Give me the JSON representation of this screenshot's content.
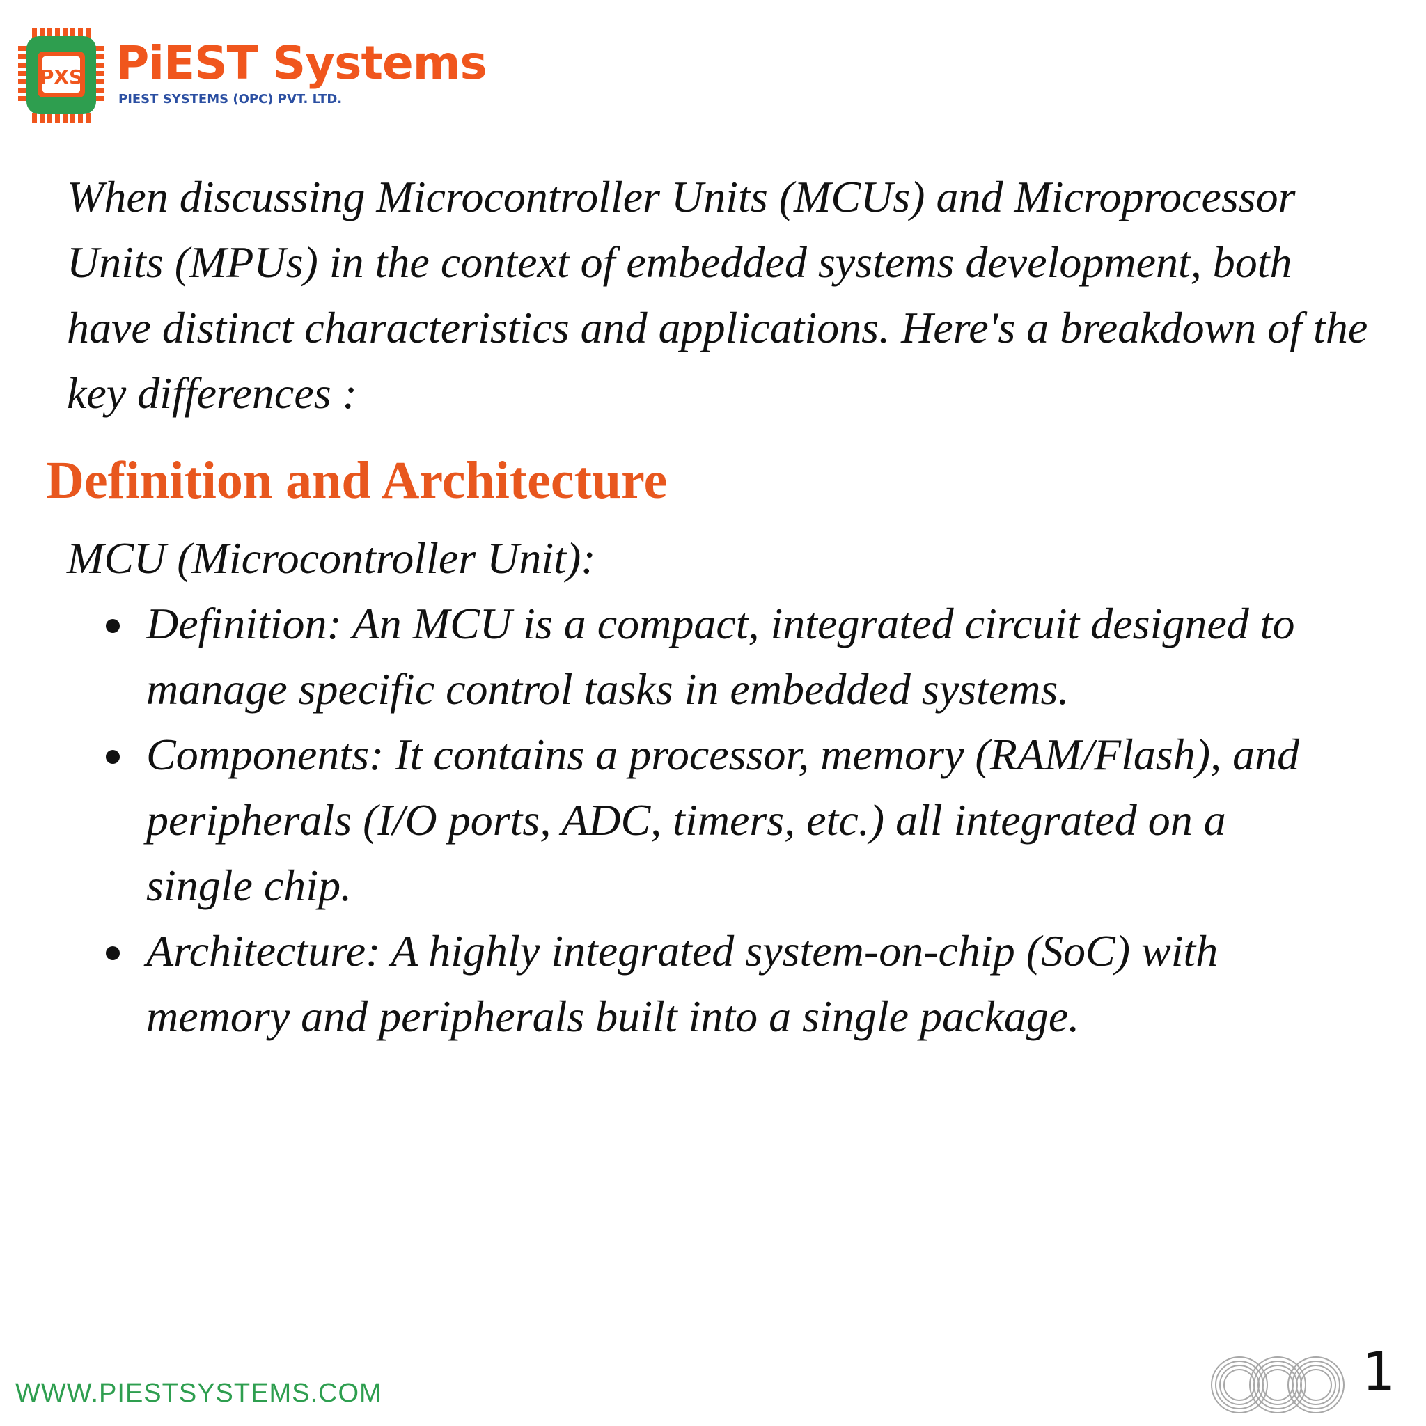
{
  "brand": {
    "name": "PiEST Systems",
    "legal_name": "PIEST SYSTEMS (OPC) PVT. LTD.",
    "logo_mark": "PXS",
    "colors": {
      "orange": "#f0561d",
      "green": "#2e9e4f",
      "navy": "#2b4fa2"
    }
  },
  "intro": "When discussing Microcontroller Units (MCUs) and Microprocessor Units (MPUs) in the context of embedded systems development, both have distinct characteristics and applications. Here's a breakdown of the key differences :",
  "section": {
    "heading": "Definition and Architecture",
    "subheading": "MCU (Microcontroller Unit):",
    "bullets": [
      "Definition: An MCU is a compact, integrated circuit designed to manage specific control tasks in embedded systems.",
      "Components: It contains a processor, memory (RAM/Flash), and peripherals (I/O ports, ADC, timers, etc.) all integrated on a single chip.",
      "Architecture: A highly integrated system-on-chip (SoC) with memory and peripherals built into a single package."
    ]
  },
  "footer": {
    "website": "WWW.PIESTSYSTEMS.COM",
    "page_number": "1",
    "icon": "interlocking-rings-icon"
  }
}
